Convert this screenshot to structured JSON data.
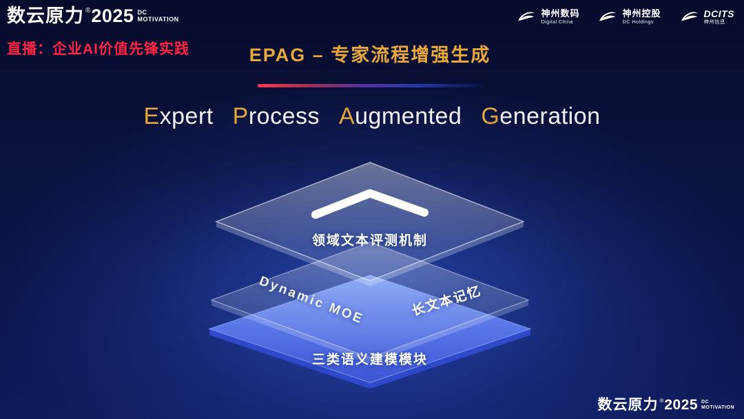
{
  "top_bar": {
    "brand_cn": "数云原力",
    "brand_reg": "®",
    "brand_year": "2025",
    "brand_dc": "DC",
    "brand_motivation": "MOTIVATION",
    "live_text": "直播：企业AI价值先锋实践"
  },
  "logos": [
    {
      "line1": "神州数码",
      "line2": "Digital China"
    },
    {
      "line1": "神州控股",
      "line2": "DC Holdings"
    },
    {
      "line1": "DCITS",
      "line2": "神州信息"
    }
  ],
  "slide": {
    "title_cn": "EPAG – 专家流程增强生成",
    "title_en_words": [
      {
        "initial": "E",
        "rest": "xpert"
      },
      {
        "initial": "P",
        "rest": "rocess"
      },
      {
        "initial": "A",
        "rest": "ugmented"
      },
      {
        "initial": "G",
        "rest": "eneration"
      }
    ],
    "layers": {
      "top": "领域文本评测机制",
      "mid_left": "Dynamic MOE",
      "mid_right": "长文本记忆",
      "bottom": "三类语义建模模块"
    }
  },
  "footer": {
    "brand_cn": "数云原力",
    "brand_reg": "®",
    "brand_year": "2025",
    "brand_dc": "DC",
    "brand_motivation": "MOTIVATION"
  },
  "colors": {
    "accent_gold": "#e8a83d",
    "accent_red": "#ff2344",
    "layer_blue": "#5b7df0",
    "background_navy": "#0a1240"
  }
}
